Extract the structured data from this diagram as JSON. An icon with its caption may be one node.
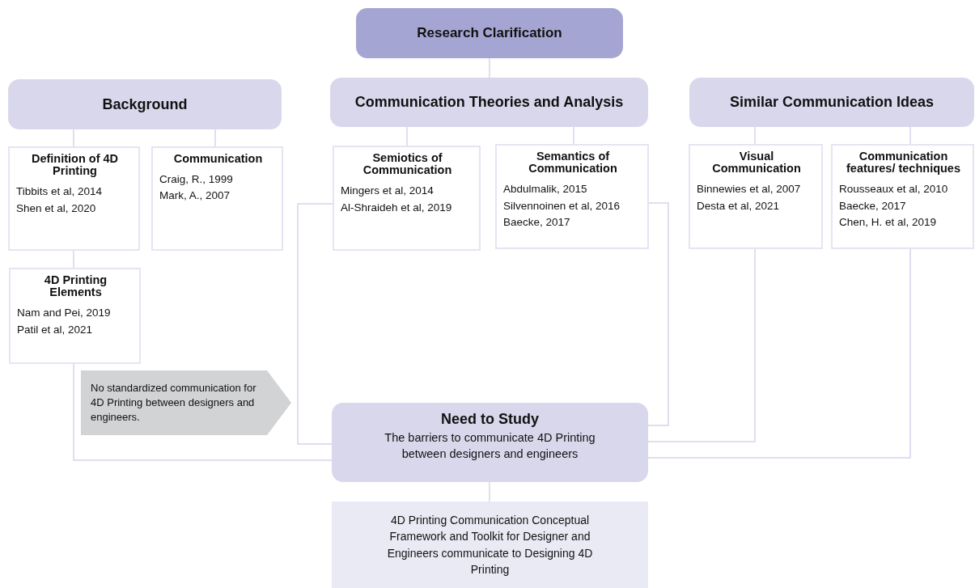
{
  "diagram": {
    "nodes": [
      {
        "text": [
          "Research Clarification"
        ]
      },
      {
        "text": [
          "Background"
        ]
      },
      {
        "text": [
          "Communication Theories and Analysis"
        ]
      },
      {
        "text": [
          "Similar Communication Ideas"
        ]
      },
      {
        "text": [
          "Definition of 4D Printing",
          "Tibbits et al, 2014",
          "Shen et al, 2020"
        ]
      },
      {
        "text": [
          "Communication",
          "Craig, R., 1999",
          "Mark, A., 2007"
        ]
      },
      {
        "text": [
          "Semiotics of Communication",
          "Mingers et al, 2014",
          "Al-Shraideh et al, 2019"
        ]
      },
      {
        "text": [
          "Semantics of Communication",
          "Abdulmalik, 2015",
          "Silvennoinen et al, 2016",
          "Baecke, 2017"
        ]
      },
      {
        "text": [
          "Visual Communication",
          "Binnewies et al, 2007",
          "Desta et al, 2021"
        ]
      },
      {
        "text": [
          "Communication features/ techniques",
          "Rousseaux et al, 2010",
          "Baecke, 2017",
          "Chen, H. et al, 2019"
        ]
      },
      {
        "text": [
          "4D Printing Elements",
          "Nam and Pei, 2019",
          "Patil et al, 2021"
        ]
      },
      {
        "text": [
          "No standardized communication for 4D Printing between designers and engineers."
        ]
      },
      {
        "text": [
          "Need to Study",
          "The barriers to communicate 4D Printing between designers and engineers"
        ]
      },
      {
        "text": [
          "4D Printing Communication Conceptual Framework and Toolkit for Designer and Engineers communicate to Designing 4D Printing"
        ]
      }
    ],
    "edges": [
      {
        "from": 0,
        "to": 2,
        "arrow": "none"
      },
      {
        "from": 1,
        "to": 4,
        "arrow": "none"
      },
      {
        "from": 1,
        "to": 5,
        "arrow": "none"
      },
      {
        "from": 2,
        "to": 6,
        "arrow": "none"
      },
      {
        "from": 2,
        "to": 7,
        "arrow": "none"
      },
      {
        "from": 3,
        "to": 8,
        "arrow": "none"
      },
      {
        "from": 3,
        "to": 9,
        "arrow": "none"
      },
      {
        "from": 4,
        "to": 10,
        "arrow": "none"
      },
      {
        "from": 10,
        "to": 12,
        "arrow": "none"
      },
      {
        "from": 6,
        "to": 12,
        "arrow": "none"
      },
      {
        "from": 7,
        "to": 12,
        "arrow": "none"
      },
      {
        "from": 8,
        "to": 12,
        "arrow": "none"
      },
      {
        "from": 9,
        "to": 12,
        "arrow": "none"
      },
      {
        "from": 12,
        "to": 13,
        "arrow": "none"
      }
    ]
  }
}
